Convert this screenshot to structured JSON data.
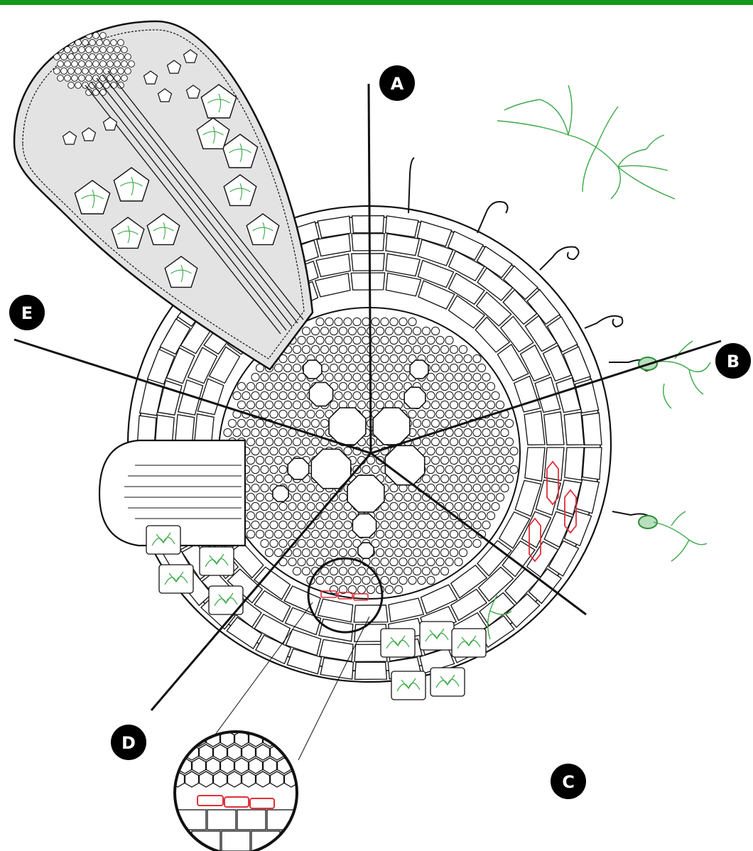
{
  "colors": {
    "top_bar": "#139a1b",
    "outline": "#111111",
    "inset_fill": "#e3e3e3",
    "fungal_hyphae": "#39a845",
    "red_arrows": "#e0303a",
    "label_fill": "#000000"
  },
  "labels": {
    "a": "A",
    "b": "B",
    "c": "C",
    "d": "D",
    "e": "E"
  },
  "icons": {
    "hyphae": "branching-hypha-icon",
    "arrow_cell": "red-double-arrow-icon",
    "hexagon_cell": "hexagon-cell-icon"
  }
}
